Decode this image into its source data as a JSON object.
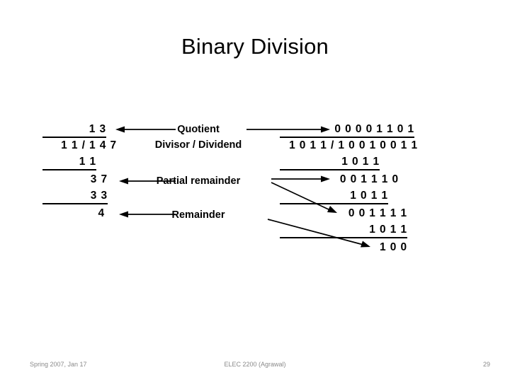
{
  "slide": {
    "title": "Binary Division",
    "background": "#ffffff",
    "text_color": "#000000",
    "footer_color": "#8a8a8a"
  },
  "decimal_example": {
    "quotient": "1 3",
    "divisor_dividend": "1 1 /  1 4 7",
    "subtract_1": "1 1",
    "partial_remainder": "3 7",
    "subtract_2": "3 3",
    "remainder": "4"
  },
  "labels": {
    "quotient": "Quotient",
    "divisor_dividend": "Divisor / Dividend",
    "partial_remainder": "Partial remainder",
    "remainder": "Remainder"
  },
  "binary_example": {
    "quotient": "0 0 0 0 1 1 0 1",
    "divisor_dividend": "1 0 1 1 / 1 0 0 1 0 0 1 1",
    "subtract_1": "1 0 1 1",
    "partial_remainder_1": "0 0 1 1 1 0",
    "subtract_2": "1 0 1 1",
    "partial_remainder_2": "0 0 1 1 1 1",
    "subtract_3": "1 0 1 1",
    "remainder": "1 0 0"
  },
  "footer": {
    "left": "Spring 2007, Jan 17",
    "center": "ELEC 2200 (Agrawal)",
    "page": "29"
  }
}
